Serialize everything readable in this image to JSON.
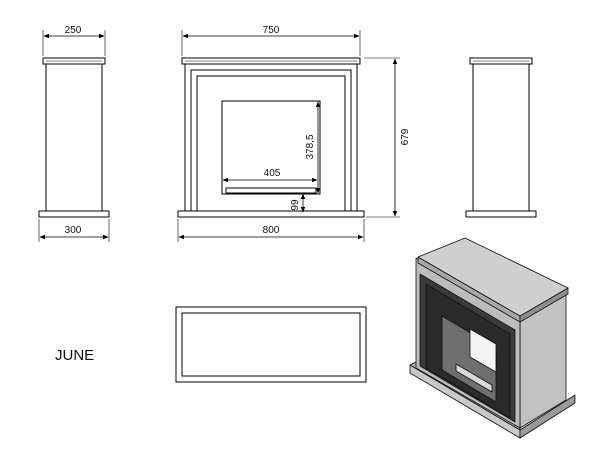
{
  "product": {
    "name": "JUNE"
  },
  "side_view": {
    "top_depth": "250",
    "base_depth": "300"
  },
  "front_view": {
    "top_width": "750",
    "base_width": "800",
    "total_height": "679",
    "insert_width": "405",
    "insert_height": "378,5",
    "insert_elevation": "99"
  }
}
